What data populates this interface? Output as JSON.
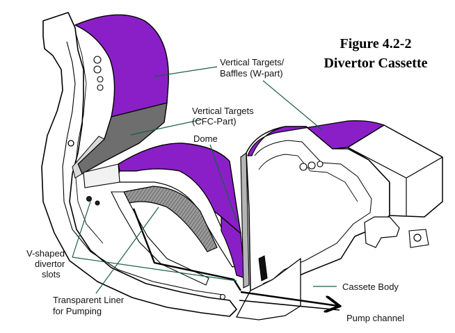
{
  "figure": {
    "number": "Figure 4.2-2",
    "title": "Divertor Cassette"
  },
  "labels": {
    "vertical_targets_baffles_line1": "Vertical Targets/",
    "vertical_targets_baffles_line2": "Baffles (W-part)",
    "vertical_targets_cfc_line1": "Vertical Targets",
    "vertical_targets_cfc_line2": "(CFC-Part)",
    "dome": "Dome",
    "v_slots_line1": "V-shaped",
    "v_slots_line2": "divertor",
    "v_slots_line3": "slots",
    "liner_line1": "Transparent Liner",
    "liner_line2": "for Pumping",
    "cassette_body": "Cassete Body",
    "pump_channel": "Pump channel"
  },
  "colors": {
    "tungsten_part": "#8a1fc7",
    "cfc_part": "#6e6e6e",
    "liner": "#8c8c8c",
    "body_outline": "#000000",
    "cassette_body_leader": "#1a5c46"
  }
}
